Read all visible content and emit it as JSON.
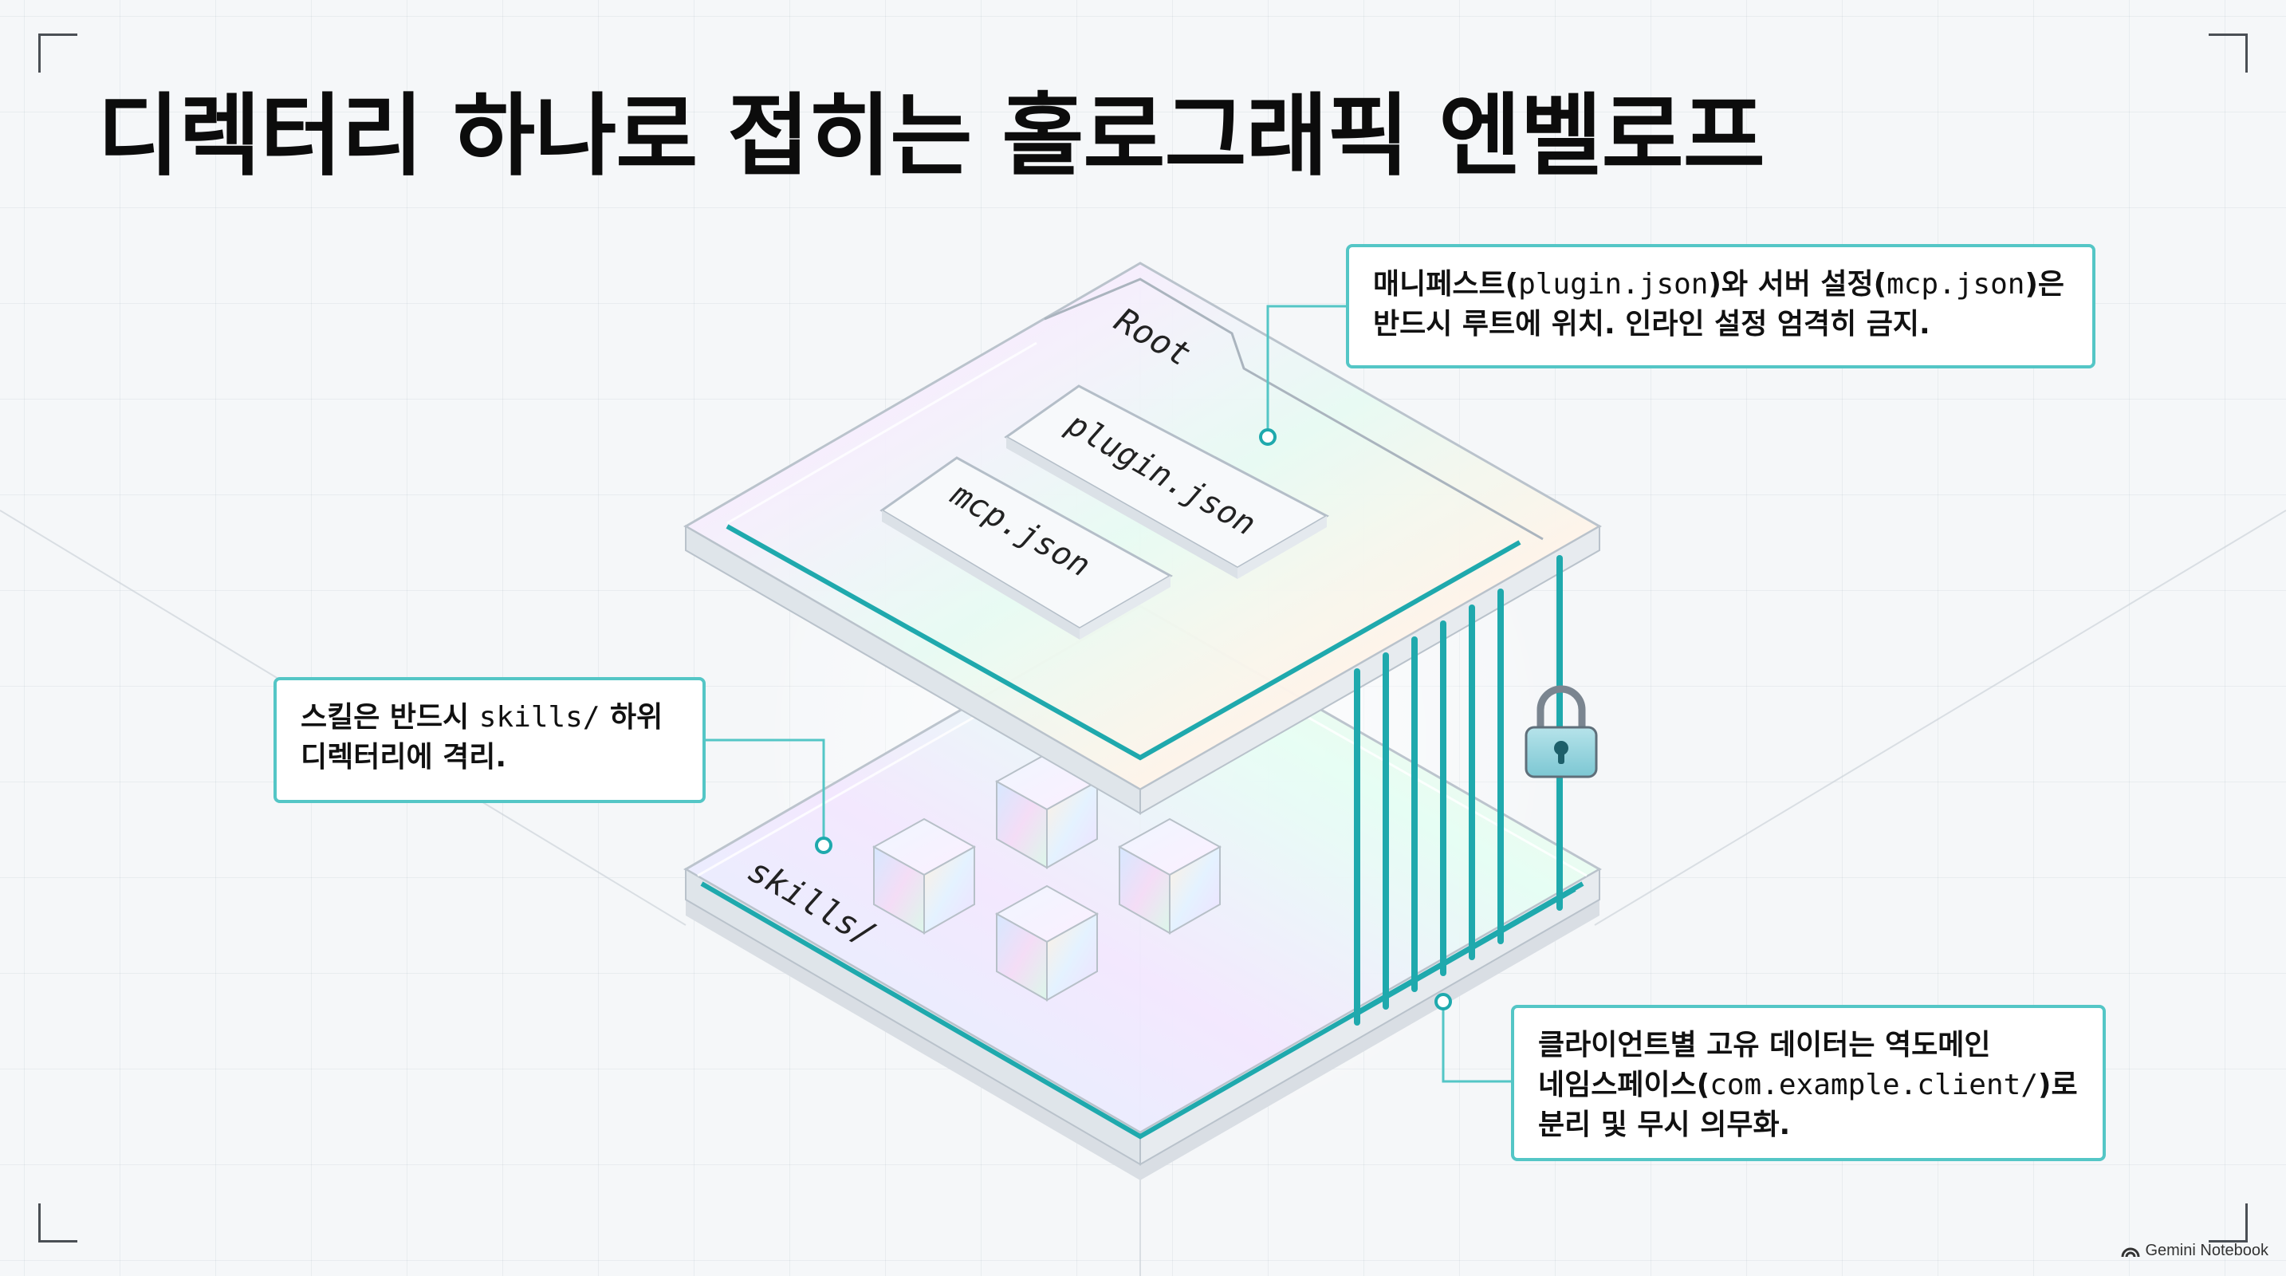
{
  "title": "디렉터리 하나로 접히는 홀로그래픽 엔벨로프",
  "layers": {
    "root_label": "Root",
    "skills_label": "skills/"
  },
  "files": {
    "plugin": "plugin.json",
    "mcp": "mcp.json"
  },
  "callouts": {
    "manifest": {
      "line1_a": "매니페스트(",
      "line1_code1": "plugin.json",
      "line1_b": ")와 서버 설정(",
      "line1_code2": "mcp.json",
      "line1_c": ")은",
      "line2": "반드시 루트에 위치. 인라인 설정 엄격히 금지."
    },
    "skills": {
      "line1_a": "스킬은 반드시 ",
      "line1_code": "skills/",
      "line1_b": " 하위",
      "line2": "디렉터리에 격리."
    },
    "client": {
      "line1": "클라이언트별 고유 데이터는 역도메인",
      "line2_a": "네임스페이스(",
      "line2_code": "com.example.client/",
      "line2_b": ")로",
      "line3": "분리 및 무시 의무화."
    }
  },
  "brand": "Gemini Notebook",
  "colors": {
    "accent": "#1fa9ad",
    "callout_border": "#54c6c6",
    "background": "#f5f7f9"
  },
  "icons": [
    "lock-icon",
    "skill-cube-icon",
    "notebook-logo-icon"
  ]
}
